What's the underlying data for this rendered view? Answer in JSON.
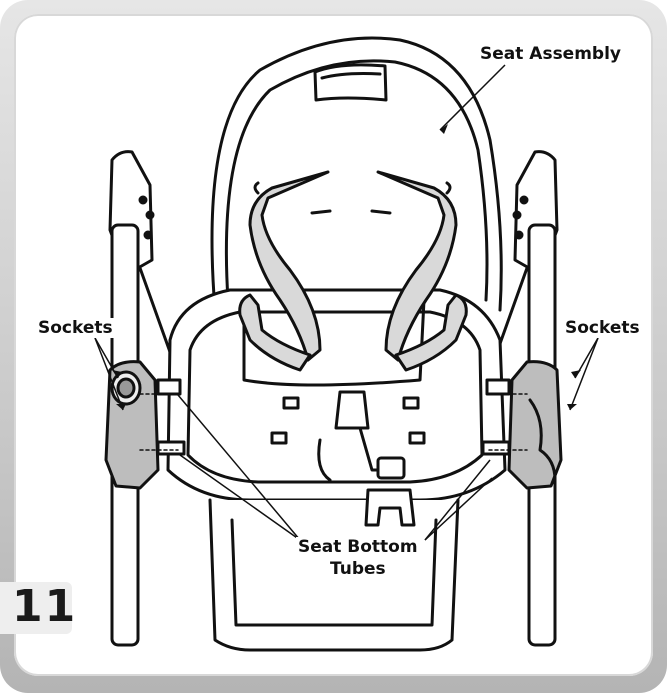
{
  "step_number": "11",
  "labels": {
    "seat_assembly": "Seat Assembly",
    "sockets_left": "Sockets",
    "sockets_right": "Sockets",
    "seat_bottom_tubes_line1": "Seat Bottom",
    "seat_bottom_tubes_line2": "Tubes"
  },
  "colors": {
    "line": "#111111",
    "strap_fill": "#d9d9d9",
    "socket_fill": "#bdbdbd",
    "frame_gray": "#c9c9c9"
  }
}
